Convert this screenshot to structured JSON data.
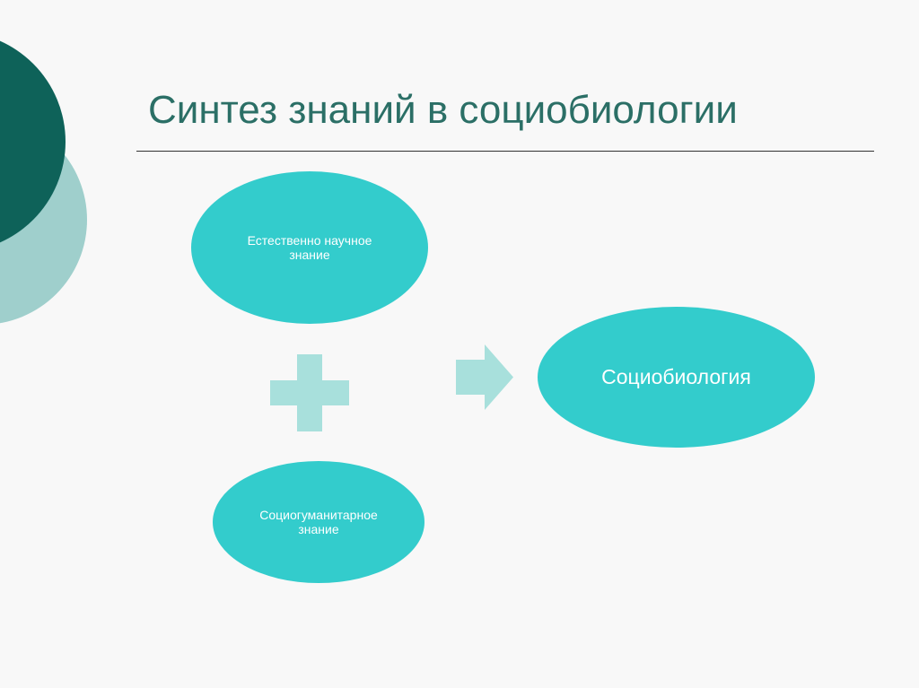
{
  "slide": {
    "title": "Синтез знаний в социобиологии"
  },
  "diagram": {
    "node_natural": "Естественно научное знание",
    "node_humanitarian": "Социогуманитарное знание",
    "node_result": "Социобиология"
  },
  "colors": {
    "background": "#f8f8f8",
    "title": "#2b6f66",
    "node_fill": "#33cccc",
    "connector_fill": "#a8e0dc",
    "decor_dark": "#0e6259",
    "decor_light": "#9fcfcc"
  }
}
